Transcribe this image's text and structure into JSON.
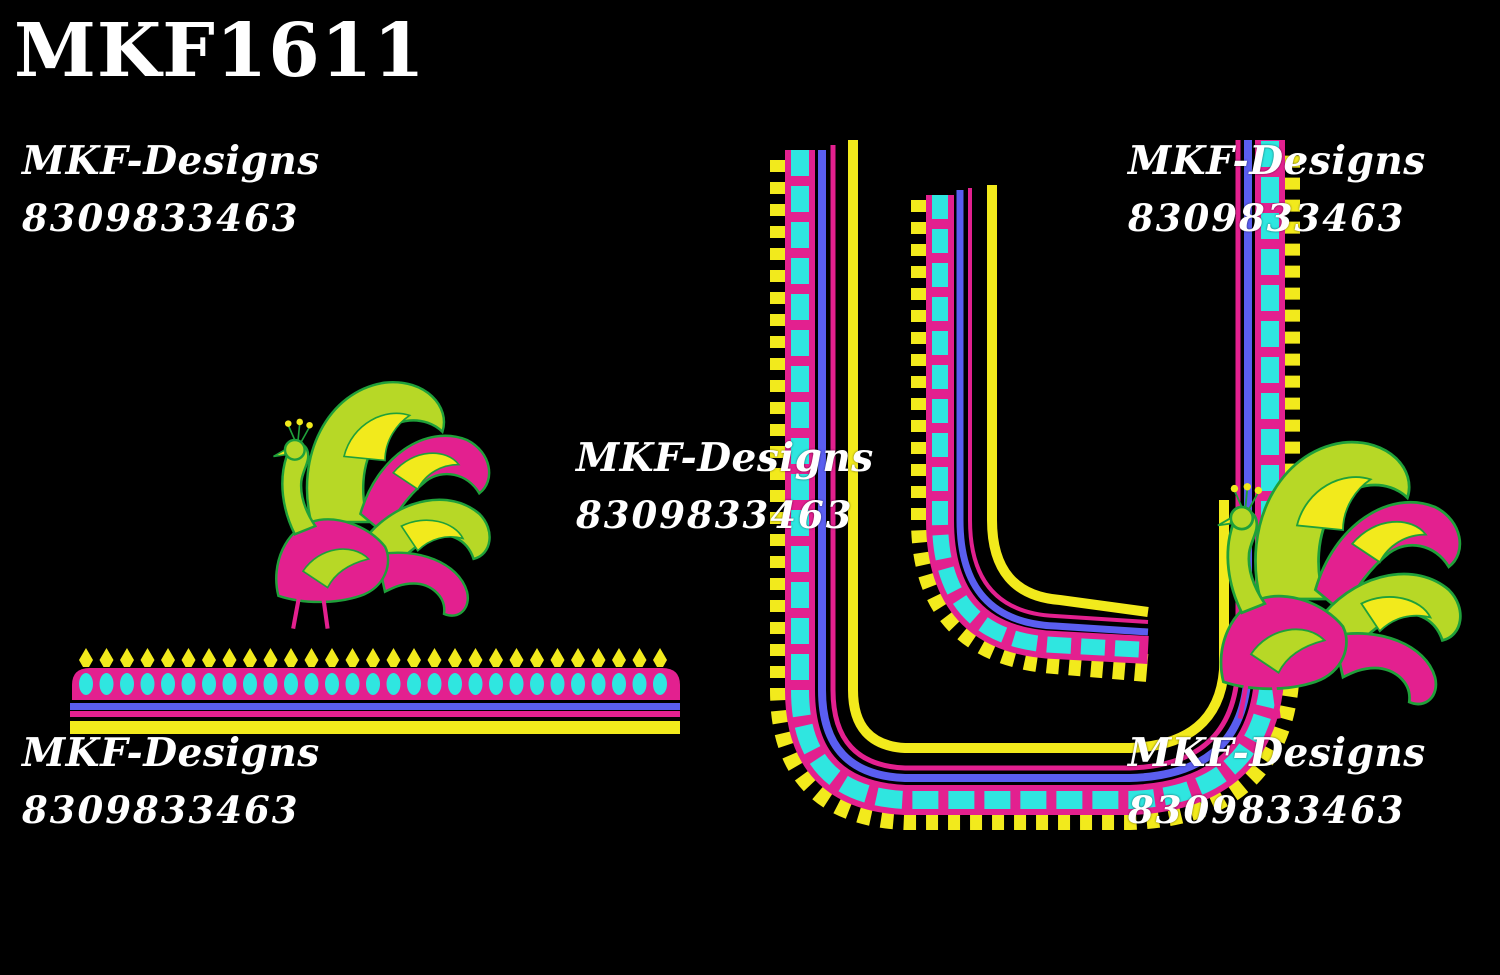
{
  "design_code": "MKF1611",
  "watermarks": [
    {
      "brand": "MKF-Designs",
      "phone": "8309833463"
    },
    {
      "brand": "MKF-Designs",
      "phone": "8309833463"
    },
    {
      "brand": "MKF-Designs",
      "phone": "8309833463"
    },
    {
      "brand": "MKF-Designs",
      "phone": "8309833463"
    },
    {
      "brand": "MKF-Designs",
      "phone": "8309833463"
    }
  ],
  "colors": {
    "background": "#000000",
    "yellow": "#f2ea1c",
    "cyan": "#2fe6e0",
    "magenta": "#e3208f",
    "blue": "#5a5ef0",
    "leaf_green": "#b7d826",
    "outline_green": "#1fa03a",
    "text": "#ffffff"
  }
}
